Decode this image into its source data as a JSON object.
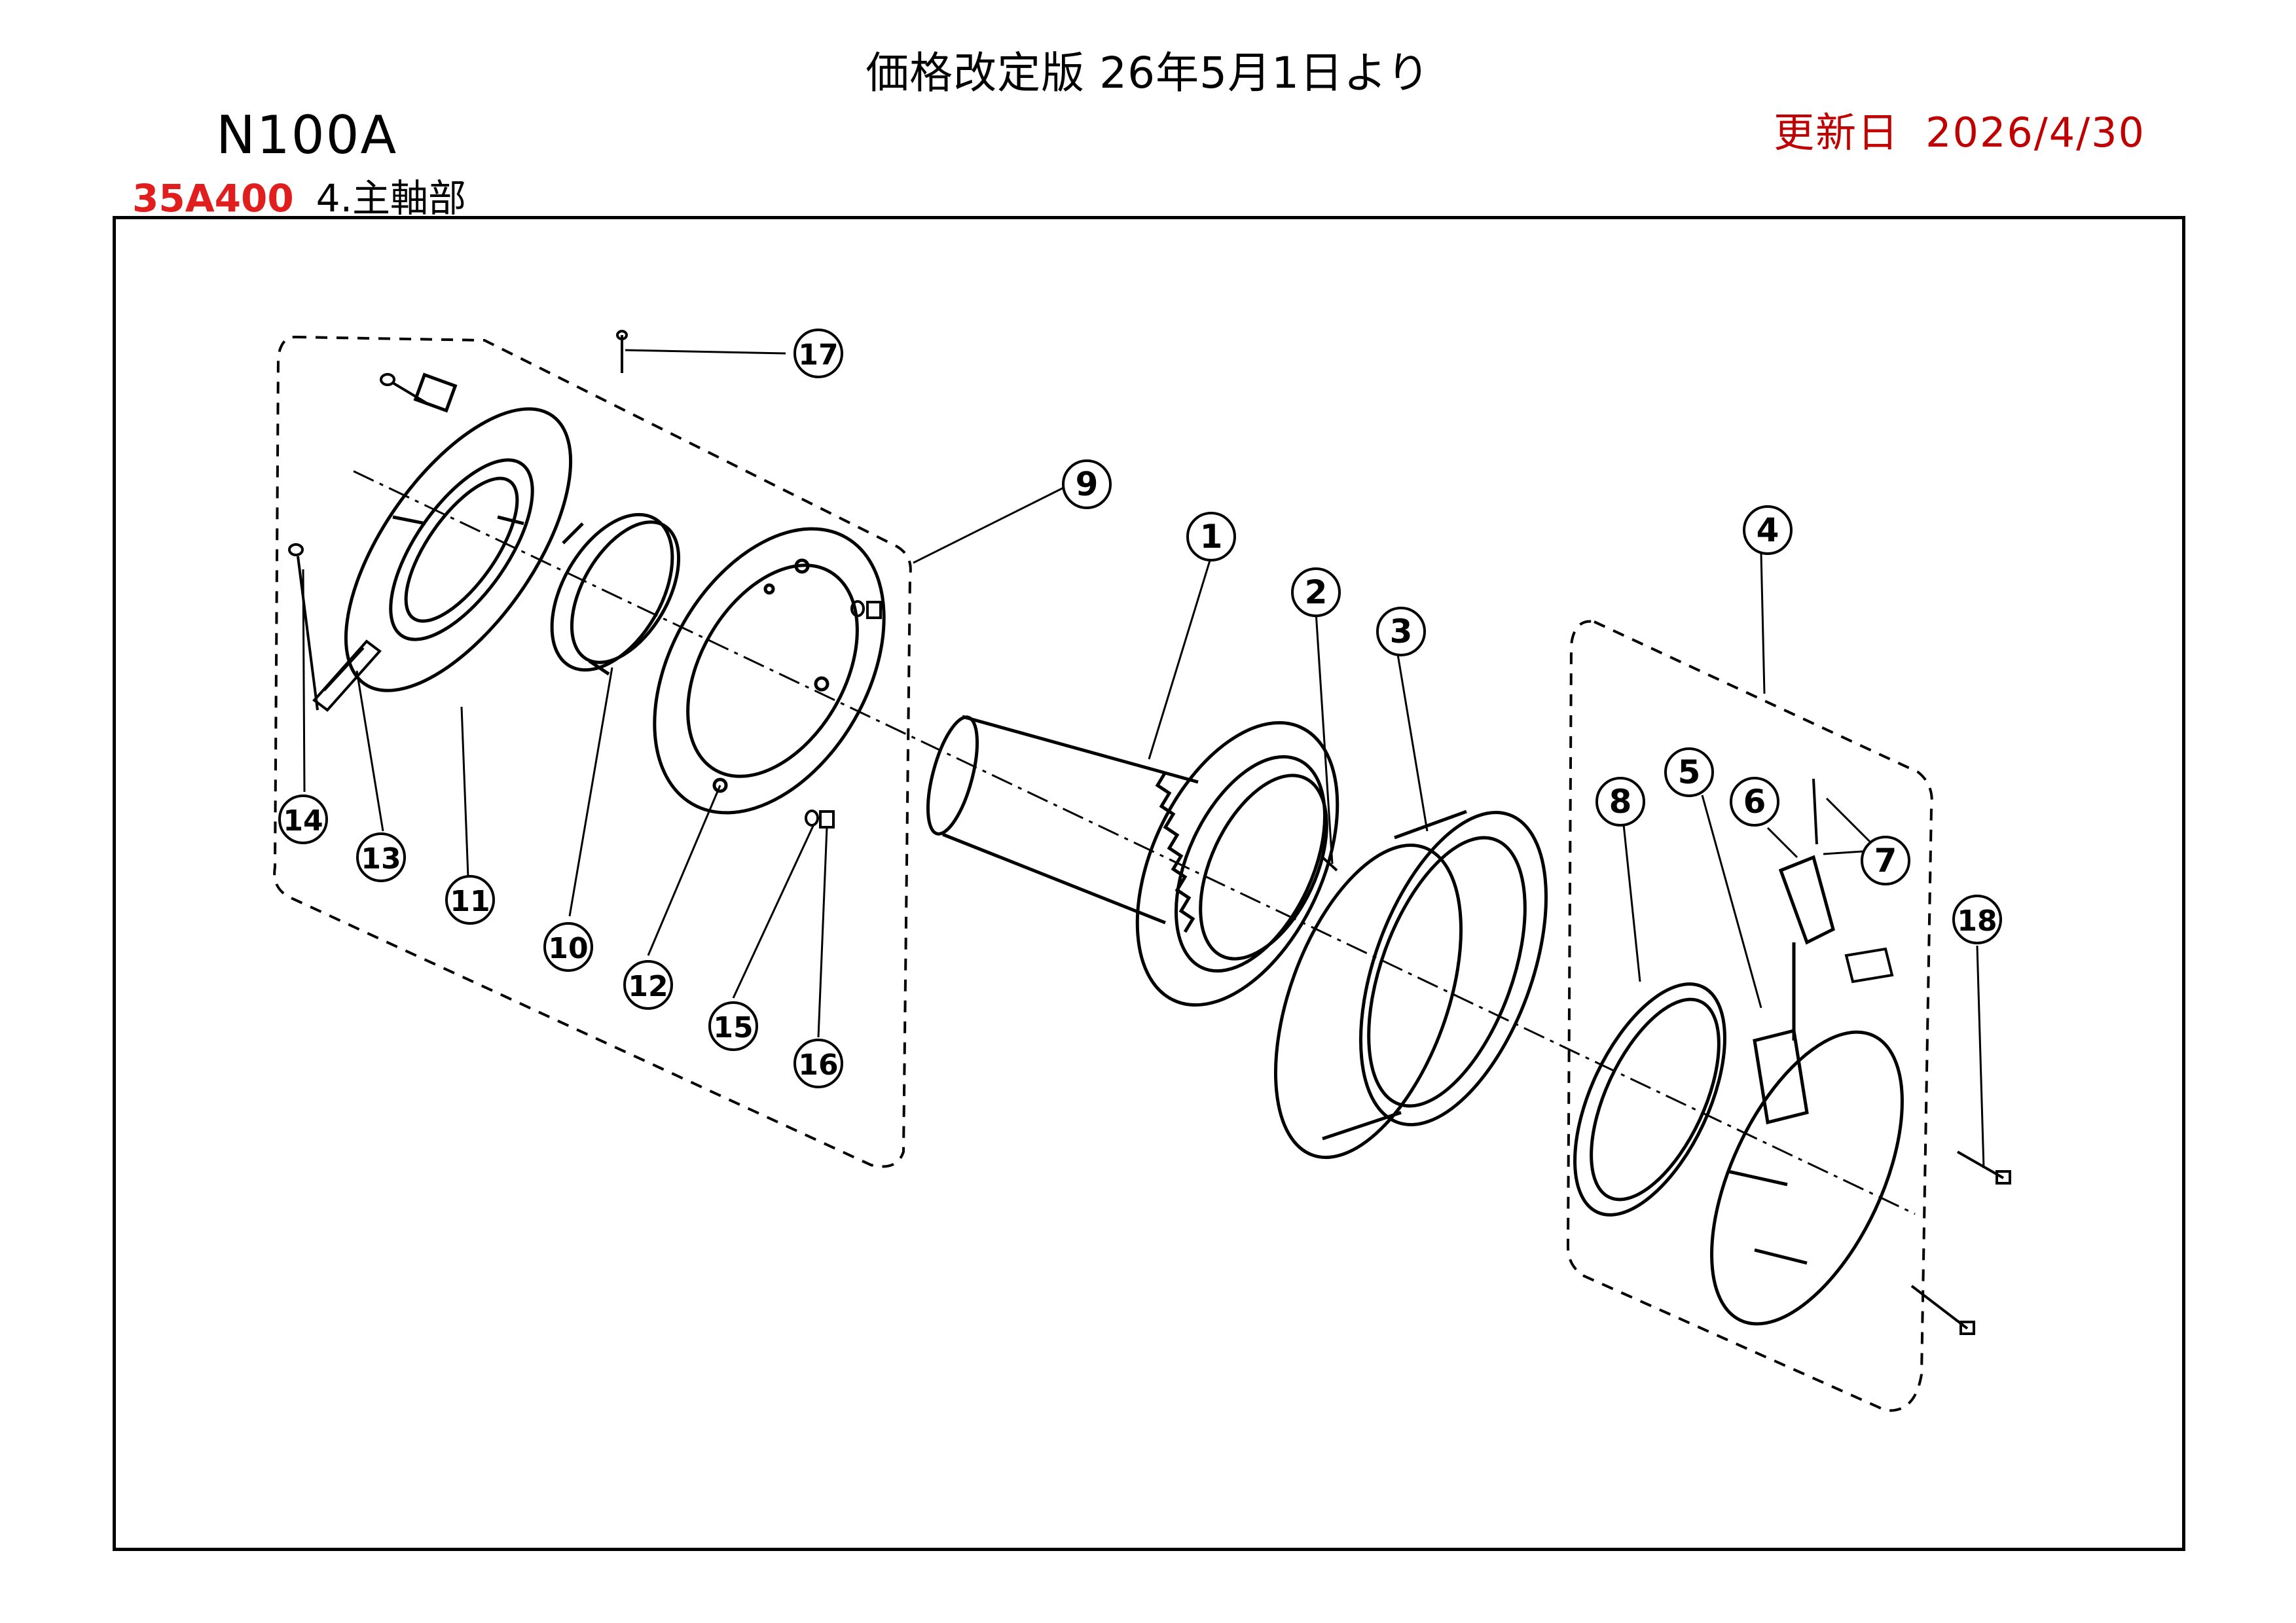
{
  "header": {
    "title": "価格改定版 26年5月1日より",
    "model": "N100A",
    "updated_label": "更新日",
    "updated_date": "2026/4/30",
    "part_code": "35A400",
    "section": "4.主軸部"
  },
  "colors": {
    "accent_red": "#e01e1e",
    "updated_red": "#c00000"
  },
  "callouts": [
    "1",
    "2",
    "3",
    "4",
    "5",
    "6",
    "7",
    "8",
    "9",
    "10",
    "11",
    "12",
    "13",
    "14",
    "15",
    "16",
    "17",
    "18"
  ]
}
